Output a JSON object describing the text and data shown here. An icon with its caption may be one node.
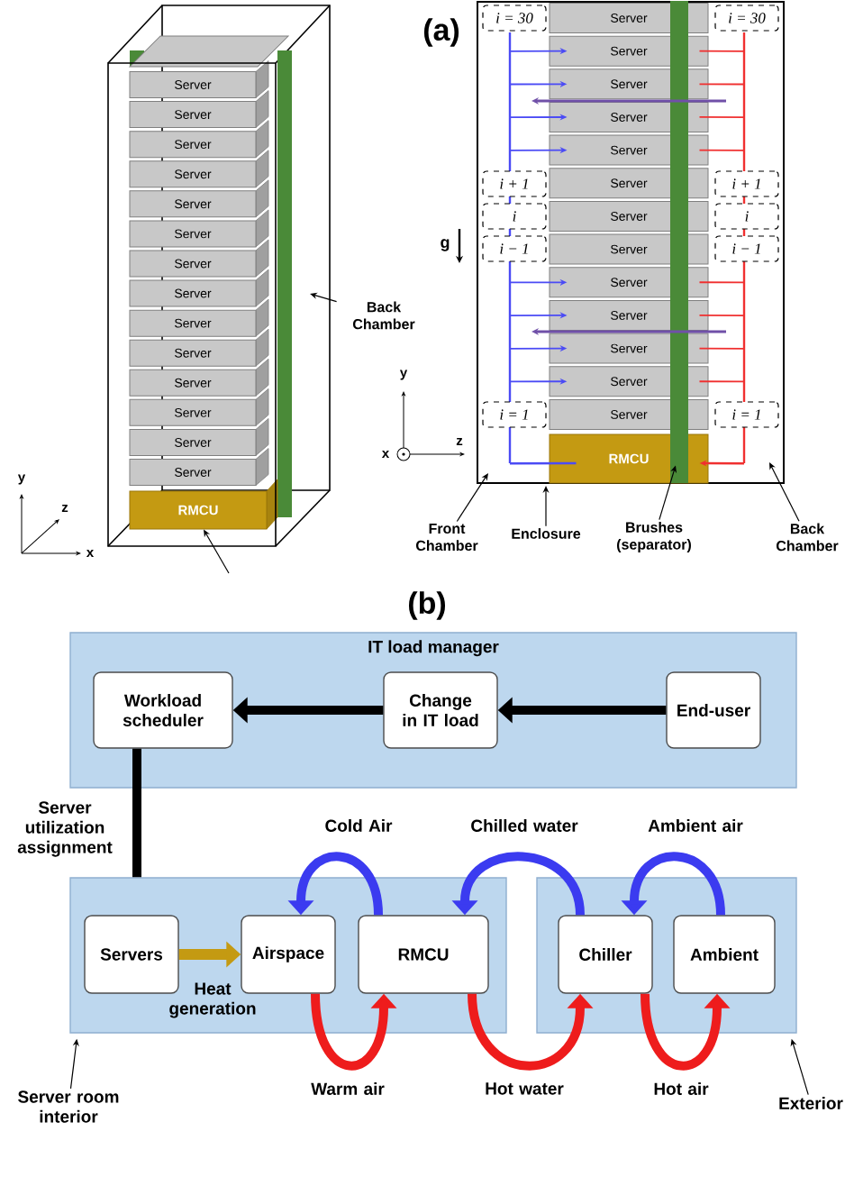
{
  "diagram": {
    "nodes": [
      {
        "text": [
          "Server"
        ]
      },
      {
        "text": [
          "Server"
        ]
      },
      {
        "text": [
          "Server"
        ]
      },
      {
        "text": [
          "Server"
        ]
      },
      {
        "text": [
          "Server"
        ]
      },
      {
        "text": [
          "Server"
        ]
      },
      {
        "text": [
          "Server"
        ]
      },
      {
        "text": [
          "Server"
        ]
      },
      {
        "text": [
          "Server"
        ]
      },
      {
        "text": [
          "Server"
        ]
      },
      {
        "text": [
          "Server"
        ]
      },
      {
        "text": [
          "Server"
        ]
      },
      {
        "text": [
          "Server"
        ]
      },
      {
        "text": [
          "Server"
        ]
      },
      {
        "text": [
          "RMCU"
        ]
      },
      {
        "text": [
          "Back Chamber"
        ]
      },
      {
        "text": [
          "Server"
        ],
        "in": 60
      },
      {
        "text": [
          "Server"
        ],
        "in": 60
      },
      {
        "text": [
          "Server"
        ],
        "in": 60
      },
      {
        "text": [
          "Server"
        ],
        "in": 60
      },
      {
        "text": [
          "Server"
        ],
        "in": 60
      },
      {
        "text": [
          "Server"
        ],
        "in": 60
      },
      {
        "text": [
          "Server"
        ],
        "in": 60
      },
      {
        "text": [
          "Server"
        ],
        "in": 60
      },
      {
        "text": [
          "Server"
        ],
        "in": 60
      },
      {
        "text": [
          "Server"
        ],
        "in": 60
      },
      {
        "text": [
          "Server"
        ],
        "in": 60
      },
      {
        "text": [
          "Server"
        ],
        "in": 60
      },
      {
        "text": [
          "Server"
        ],
        "in": 60
      },
      {
        "text": [
          "RMCU"
        ],
        "in": 60
      },
      {
        "text": [
          "i = 30"
        ],
        "in": 60
      },
      {
        "text": [
          "i + 1"
        ],
        "in": 60
      },
      {
        "text": [
          "i"
        ],
        "in": 60
      },
      {
        "text": [
          "i − 1"
        ],
        "in": 60
      },
      {
        "text": [
          "i = 1"
        ],
        "in": 60
      },
      {
        "text": [
          "i = 30"
        ],
        "in": 60
      },
      {
        "text": [
          "i + 1"
        ],
        "in": 60
      },
      {
        "text": [
          "i"
        ],
        "in": 60
      },
      {
        "text": [
          "i − 1"
        ],
        "in": 60
      },
      {
        "text": [
          "i = 1"
        ],
        "in": 60
      },
      {
        "text": [
          "Front Chamber"
        ]
      },
      {
        "text": [
          "Enclosure"
        ]
      },
      {
        "text": [
          "Brushes (separator)"
        ]
      },
      {
        "text": [
          "Back Chamber"
        ]
      },
      {
        "text": [
          "IT load manager"
        ]
      },
      {
        "text": [
          "Workload scheduler"
        ],
        "in": 44
      },
      {
        "text": [
          "Change in IT load"
        ],
        "in": 44
      },
      {
        "text": [
          "End-user"
        ],
        "in": 44
      },
      {
        "text": [],
        "shape": "box"
      },
      {
        "text": [
          "Servers"
        ],
        "in": 48
      },
      {
        "text": [
          "Airspace"
        ],
        "in": 48
      },
      {
        "text": [
          "RMCU"
        ],
        "in": 48
      },
      {
        "text": [],
        "shape": "box"
      },
      {
        "text": [
          "Chiller"
        ],
        "in": 52
      },
      {
        "text": [
          "Ambient"
        ],
        "in": 52
      },
      {
        "text": [
          "Server room interior"
        ]
      },
      {
        "text": [
          "Exterior"
        ]
      },
      {
        "text": [],
        "shape": "bar",
        "in": 60
      },
      {
        "text": [],
        "shape": "bar",
        "in": 60
      },
      {
        "text": [],
        "shape": "bar",
        "in": 60
      },
      {
        "text": [],
        "shape": "box"
      }
    ],
    "edges": [
      {
        "from": 15,
        "to": null,
        "arrow": "to"
      },
      {
        "from": 40,
        "to": 60,
        "arrow": "to"
      },
      {
        "from": 41,
        "to": 60,
        "arrow": "to"
      },
      {
        "from": 42,
        "to": 58,
        "arrow": "to"
      },
      {
        "from": 43,
        "to": 60,
        "arrow": "to"
      },
      {
        "from": 47,
        "to": 46,
        "arrow": "to",
        "style": "thick"
      },
      {
        "from": 46,
        "to": 45,
        "arrow": "to",
        "style": "thick"
      },
      {
        "from": 45,
        "to": 48,
        "arrow": "none",
        "style": "thick",
        "label": "Server utilization assignment"
      },
      {
        "from": 49,
        "to": 50,
        "arrow": "to",
        "style": "thick",
        "color": "#c49a12",
        "label": "Heat generation"
      },
      {
        "from": 51,
        "to": 50,
        "arrow": "to",
        "style": "thick",
        "color": "#3b3bf0",
        "label": "Cold Air"
      },
      {
        "from": 50,
        "to": 51,
        "arrow": "to",
        "style": "thick",
        "color": "#ee1c1c",
        "label": "Warm air"
      },
      {
        "from": 53,
        "to": 51,
        "arrow": "to",
        "style": "thick",
        "color": "#3b3bf0",
        "label": "Chilled water"
      },
      {
        "from": 51,
        "to": 53,
        "arrow": "to",
        "style": "thick",
        "color": "#ee1c1c",
        "label": "Hot water"
      },
      {
        "from": 54,
        "to": 53,
        "arrow": "to",
        "style": "thick",
        "color": "#3b3bf0",
        "label": "Ambient air"
      },
      {
        "from": 53,
        "to": 54,
        "arrow": "to",
        "style": "thick",
        "color": "#ee1c1c",
        "label": "Hot air"
      },
      {
        "from": 55,
        "to": 48,
        "arrow": "to"
      },
      {
        "from": 56,
        "to": 52,
        "arrow": "to"
      },
      {
        "from": null,
        "to": 14,
        "arrow": "to"
      },
      {
        "from": 57,
        "to": 17,
        "arrow": "to",
        "color": "#4b4bf5"
      },
      {
        "from": 57,
        "to": 18,
        "arrow": "to",
        "color": "#4b4bf5"
      },
      {
        "from": 57,
        "to": 19,
        "arrow": "to",
        "color": "#4b4bf5"
      },
      {
        "from": 57,
        "to": 20,
        "arrow": "to",
        "color": "#4b4bf5"
      },
      {
        "from": 57,
        "to": 24,
        "arrow": "to",
        "color": "#4b4bf5"
      },
      {
        "from": 57,
        "to": 25,
        "arrow": "to",
        "color": "#4b4bf5"
      },
      {
        "from": 57,
        "to": 26,
        "arrow": "to",
        "color": "#4b4bf5"
      },
      {
        "from": 57,
        "to": 27,
        "arrow": "to",
        "color": "#4b4bf5"
      },
      {
        "from": 57,
        "to": 29,
        "arrow": "none",
        "color": "#4b4bf5"
      },
      {
        "from": 59,
        "to": 17,
        "arrow": "none",
        "color": "#f03030"
      },
      {
        "from": 59,
        "to": 18,
        "arrow": "none",
        "color": "#f03030"
      },
      {
        "from": 59,
        "to": 19,
        "arrow": "none",
        "color": "#f03030"
      },
      {
        "from": 59,
        "to": 20,
        "arrow": "none",
        "color": "#f03030"
      },
      {
        "from": 59,
        "to": 24,
        "arrow": "none",
        "color": "#f03030"
      },
      {
        "from": 59,
        "to": 25,
        "arrow": "none",
        "color": "#f03030"
      },
      {
        "from": 59,
        "to": 26,
        "arrow": "none",
        "color": "#f03030"
      },
      {
        "from": 59,
        "to": 27,
        "arrow": "none",
        "color": "#f03030"
      },
      {
        "from": 59,
        "to": 29,
        "arrow": "to",
        "color": "#f03030"
      }
    ],
    "labels": [
      "(a)",
      "g",
      "y",
      "x",
      "z",
      "y",
      "z",
      "x",
      "(b)"
    ]
  }
}
